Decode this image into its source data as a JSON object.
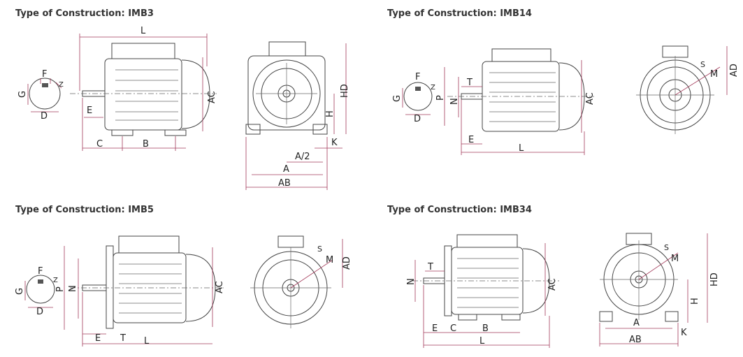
{
  "colors": {
    "dimension": "#a33a5a",
    "outline": "#444444",
    "title": "#333333"
  },
  "panels": [
    {
      "title": "Type of Construction: IMB3",
      "labels": {
        "L": "L",
        "AC": "AC",
        "HD": "HD",
        "H": "H",
        "K": "K",
        "A2": "A/2",
        "A": "A",
        "AB": "AB",
        "C": "C",
        "B": "B",
        "E": "E",
        "F": "F",
        "G": "G",
        "D": "D",
        "Z": "Z"
      }
    },
    {
      "title": "Type of Construction: IMB14",
      "labels": {
        "T": "T",
        "P": "P",
        "N": "N",
        "AC": "AC",
        "E": "E",
        "L": "L",
        "AD": "AD",
        "S": "S",
        "M": "M",
        "F": "F",
        "G": "G",
        "D": "D",
        "Z": "Z"
      }
    },
    {
      "title": "Type of Construction: IMB5",
      "labels": {
        "AC": "AC",
        "P": "P",
        "N": "N",
        "E": "E",
        "T": "T",
        "L": "L",
        "AD": "AD",
        "S": "S",
        "M": "M",
        "F": "F",
        "G": "G",
        "D": "D",
        "Z": "Z"
      }
    },
    {
      "title": "Type of Construction: IMB34",
      "labels": {
        "T": "T",
        "N": "N",
        "AC": "AC",
        "E": "E",
        "C": "C",
        "B": "B",
        "L": "L",
        "HD": "HD",
        "H": "H",
        "K": "K",
        "A": "A",
        "AB": "AB",
        "S": "S",
        "M": "M"
      }
    }
  ]
}
